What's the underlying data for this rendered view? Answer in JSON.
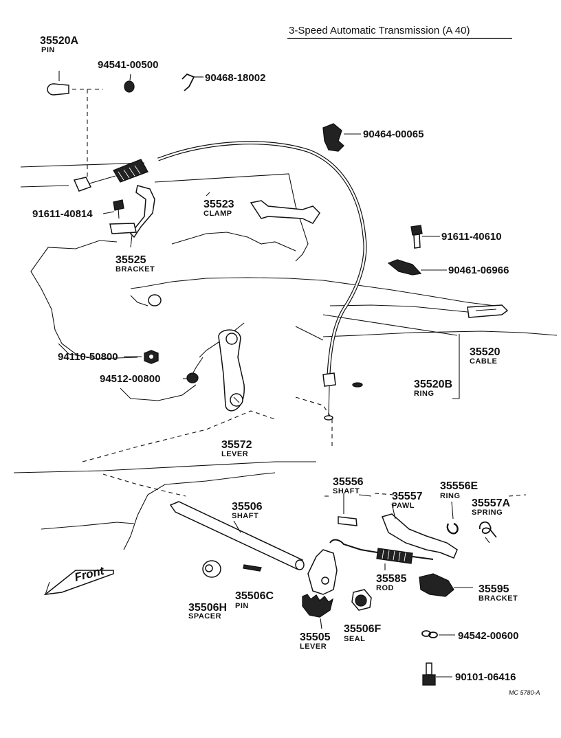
{
  "title": "3-Speed Automatic Transmission (A 40)",
  "footer_code": "MC 5780-A",
  "front_label": "Front",
  "parts": [
    {
      "number": "35520A",
      "name": "PIN"
    },
    {
      "number": "94541-00500",
      "name": ""
    },
    {
      "number": "90468-18002",
      "name": ""
    },
    {
      "number": "90464-00065",
      "name": ""
    },
    {
      "number": "91611-40814",
      "name": ""
    },
    {
      "number": "35523",
      "name": "CLAMP"
    },
    {
      "number": "35525",
      "name": "BRACKET"
    },
    {
      "number": "91611-40610",
      "name": ""
    },
    {
      "number": "90461-06966",
      "name": ""
    },
    {
      "number": "35520",
      "name": "CABLE"
    },
    {
      "number": "94110-50800",
      "name": ""
    },
    {
      "number": "94512-00800",
      "name": ""
    },
    {
      "number": "35520B",
      "name": "RING"
    },
    {
      "number": "35572",
      "name": "LEVER"
    },
    {
      "number": "35556",
      "name": "SHAFT"
    },
    {
      "number": "35556E",
      "name": "RING"
    },
    {
      "number": "35557",
      "name": "PAWL"
    },
    {
      "number": "35557A",
      "name": "SPRING"
    },
    {
      "number": "35506",
      "name": "SHAFT"
    },
    {
      "number": "35585",
      "name": "ROD"
    },
    {
      "number": "35595",
      "name": "BRACKET"
    },
    {
      "number": "35506H",
      "name": "SPACER"
    },
    {
      "number": "35506C",
      "name": "PIN"
    },
    {
      "number": "35506F",
      "name": "SEAL"
    },
    {
      "number": "35505",
      "name": "LEVER"
    },
    {
      "number": "94542-00600",
      "name": ""
    },
    {
      "number": "90101-06416",
      "name": ""
    }
  ]
}
